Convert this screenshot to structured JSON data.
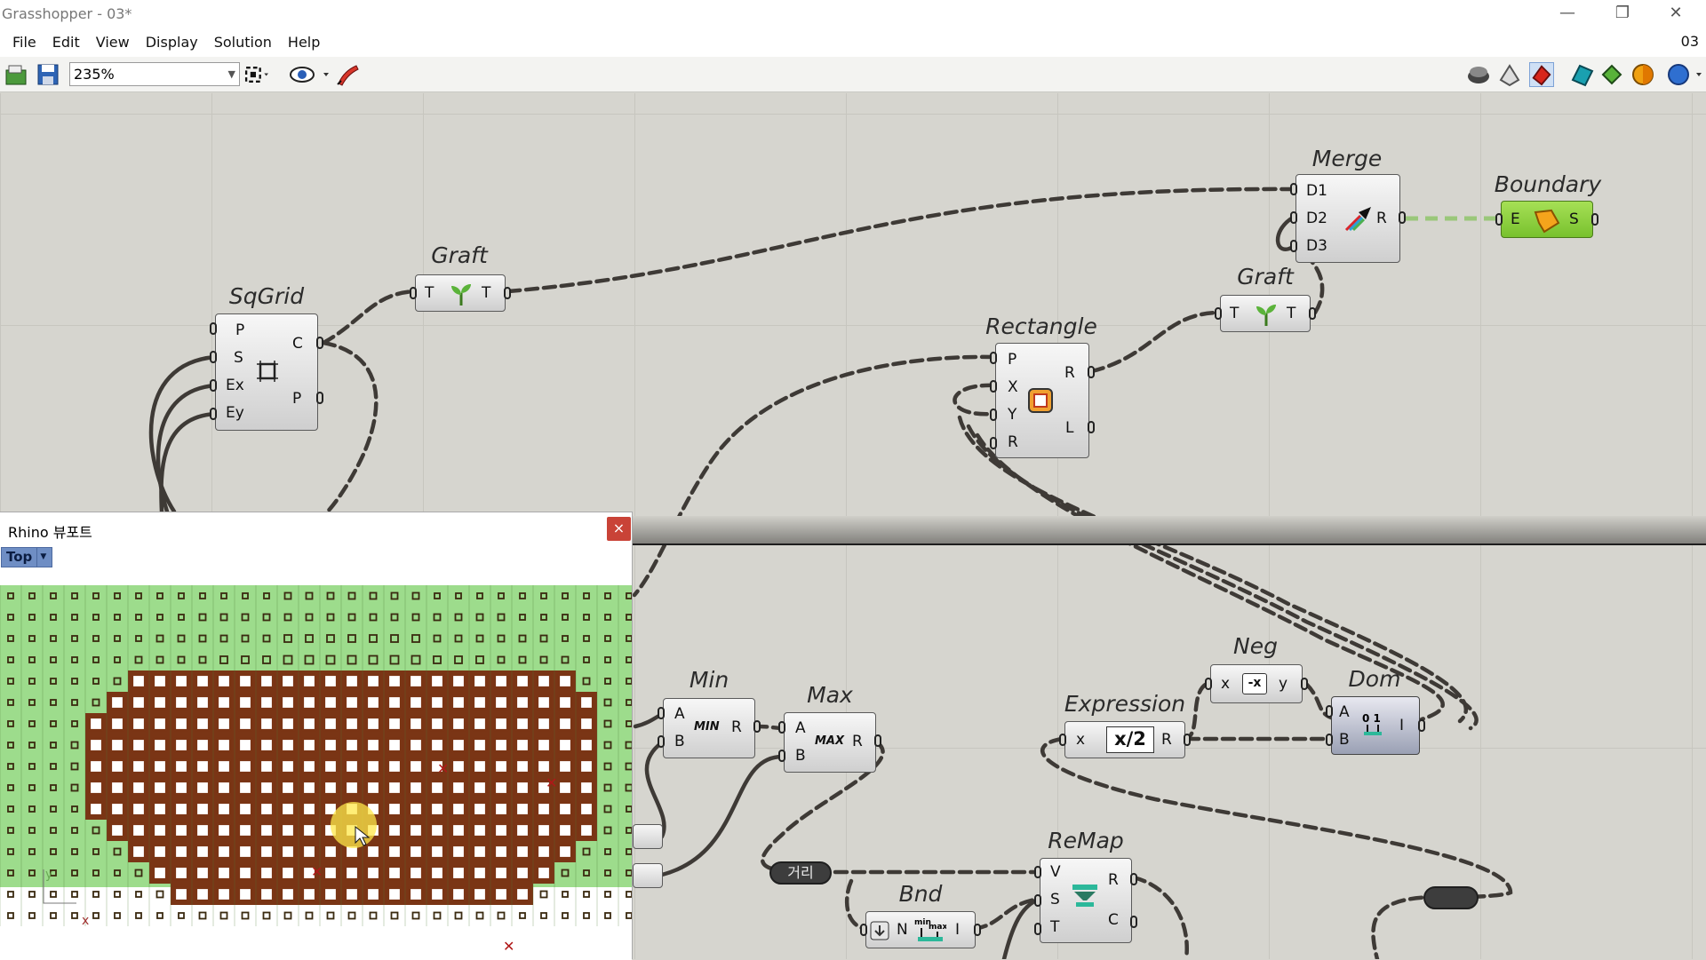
{
  "window": {
    "title": "Grasshopper - 03*",
    "minimize_icon": "minimize-icon",
    "restore_icon": "restore-icon",
    "close_icon": "close-icon"
  },
  "menu": {
    "items": [
      "File",
      "Edit",
      "View",
      "Display",
      "Solution",
      "Help"
    ],
    "tab_name": "03"
  },
  "toolbar": {
    "zoom": "235%"
  },
  "components": {
    "sqgrid": {
      "name": "SqGrid",
      "inputs": [
        "P",
        "S",
        "Ex",
        "Ey"
      ],
      "outputs": [
        "C",
        "P"
      ]
    },
    "graft1": {
      "name": "Graft",
      "input": "T",
      "output": "T"
    },
    "merge": {
      "name": "Merge",
      "inputs": [
        "D1",
        "D2",
        "D3"
      ],
      "output": "R"
    },
    "boundary": {
      "name": "Boundary",
      "input": "E",
      "output": "S"
    },
    "graft2": {
      "name": "Graft",
      "input": "T",
      "output": "T"
    },
    "rectangle": {
      "name": "Rectangle",
      "inputs": [
        "P",
        "X",
        "Y",
        "R"
      ],
      "outputs": [
        "R",
        "L"
      ]
    },
    "min": {
      "name": "Min",
      "inputs": [
        "A",
        "B"
      ],
      "output": "R",
      "icon_text": "MIN"
    },
    "max": {
      "name": "Max",
      "inputs": [
        "A",
        "B"
      ],
      "output": "R",
      "icon_text": "MAX"
    },
    "neg": {
      "name": "Neg",
      "input": "x",
      "output": "y",
      "icon_text": "-x"
    },
    "expression": {
      "name": "Expression",
      "input": "x",
      "output": "R",
      "formula": "x/2"
    },
    "dom": {
      "name": "Dom",
      "inputs": [
        "A",
        "B"
      ],
      "output": "I"
    },
    "remap": {
      "name": "ReMap",
      "inputs": [
        "V",
        "S",
        "T"
      ],
      "outputs": [
        "R",
        "C"
      ]
    },
    "bnd": {
      "name": "Bnd",
      "input": "N",
      "output": "I"
    },
    "relay": {
      "label": "거리"
    }
  },
  "rhino": {
    "title": "Rhino 뷰포트",
    "view": "Top",
    "axis_x": "x",
    "axis_y": "y",
    "close": "×"
  },
  "colors": {
    "canvas": "#d6d5cf",
    "grid_green": "#9ddc8c",
    "grid_brown": "#7a3515",
    "boundary_green": "#8fd23f",
    "viewport_tab": "#6f8ec4"
  }
}
